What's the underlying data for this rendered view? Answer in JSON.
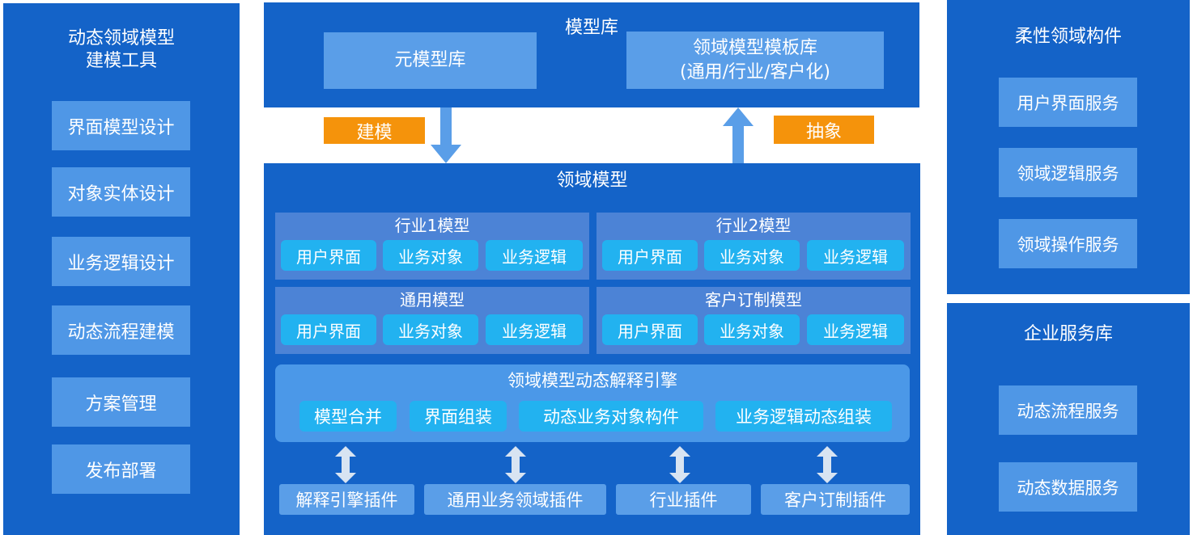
{
  "left_panel": {
    "title_line1": "动态领域模型",
    "title_line2": "建模工具",
    "items": [
      "界面模型设计",
      "对象实体设计",
      "业务逻辑设计",
      "动态流程建模",
      "方案管理",
      "发布部署"
    ]
  },
  "model_library": {
    "title": "模型库",
    "meta_library": "元模型库",
    "template_library_line1": "领域模型模板库",
    "template_library_line2": "(通用/行业/客户化)"
  },
  "arrows": {
    "modeling": "建模",
    "abstraction": "抽象"
  },
  "domain_model": {
    "title": "领域模型",
    "groups": [
      {
        "title": "行业1模型",
        "chips": [
          "用户界面",
          "业务对象",
          "业务逻辑"
        ]
      },
      {
        "title": "行业2模型",
        "chips": [
          "用户界面",
          "业务对象",
          "业务逻辑"
        ]
      },
      {
        "title": "通用模型",
        "chips": [
          "用户界面",
          "业务对象",
          "业务逻辑"
        ]
      },
      {
        "title": "客户订制模型",
        "chips": [
          "用户界面",
          "业务对象",
          "业务逻辑"
        ]
      }
    ],
    "engine": {
      "title": "领域模型动态解释引擎",
      "chips": [
        "模型合并",
        "界面组装",
        "动态业务对象构件",
        "业务逻辑动态组装"
      ]
    },
    "plugins": [
      "解释引擎插件",
      "通用业务领域插件",
      "行业插件",
      "客户订制插件"
    ]
  },
  "right_top": {
    "title": "柔性领域构件",
    "items": [
      "用户界面服务",
      "领域逻辑服务",
      "领域操作服务"
    ]
  },
  "right_bottom": {
    "title": "企业服务库",
    "items": [
      "动态流程服务",
      "动态数据服务"
    ]
  },
  "colors": {
    "panel": "#1463c8",
    "box": "#4f97e6",
    "chip": "#22b2f0",
    "tag": "#f5930b",
    "arrow": "#5a9ee8"
  }
}
